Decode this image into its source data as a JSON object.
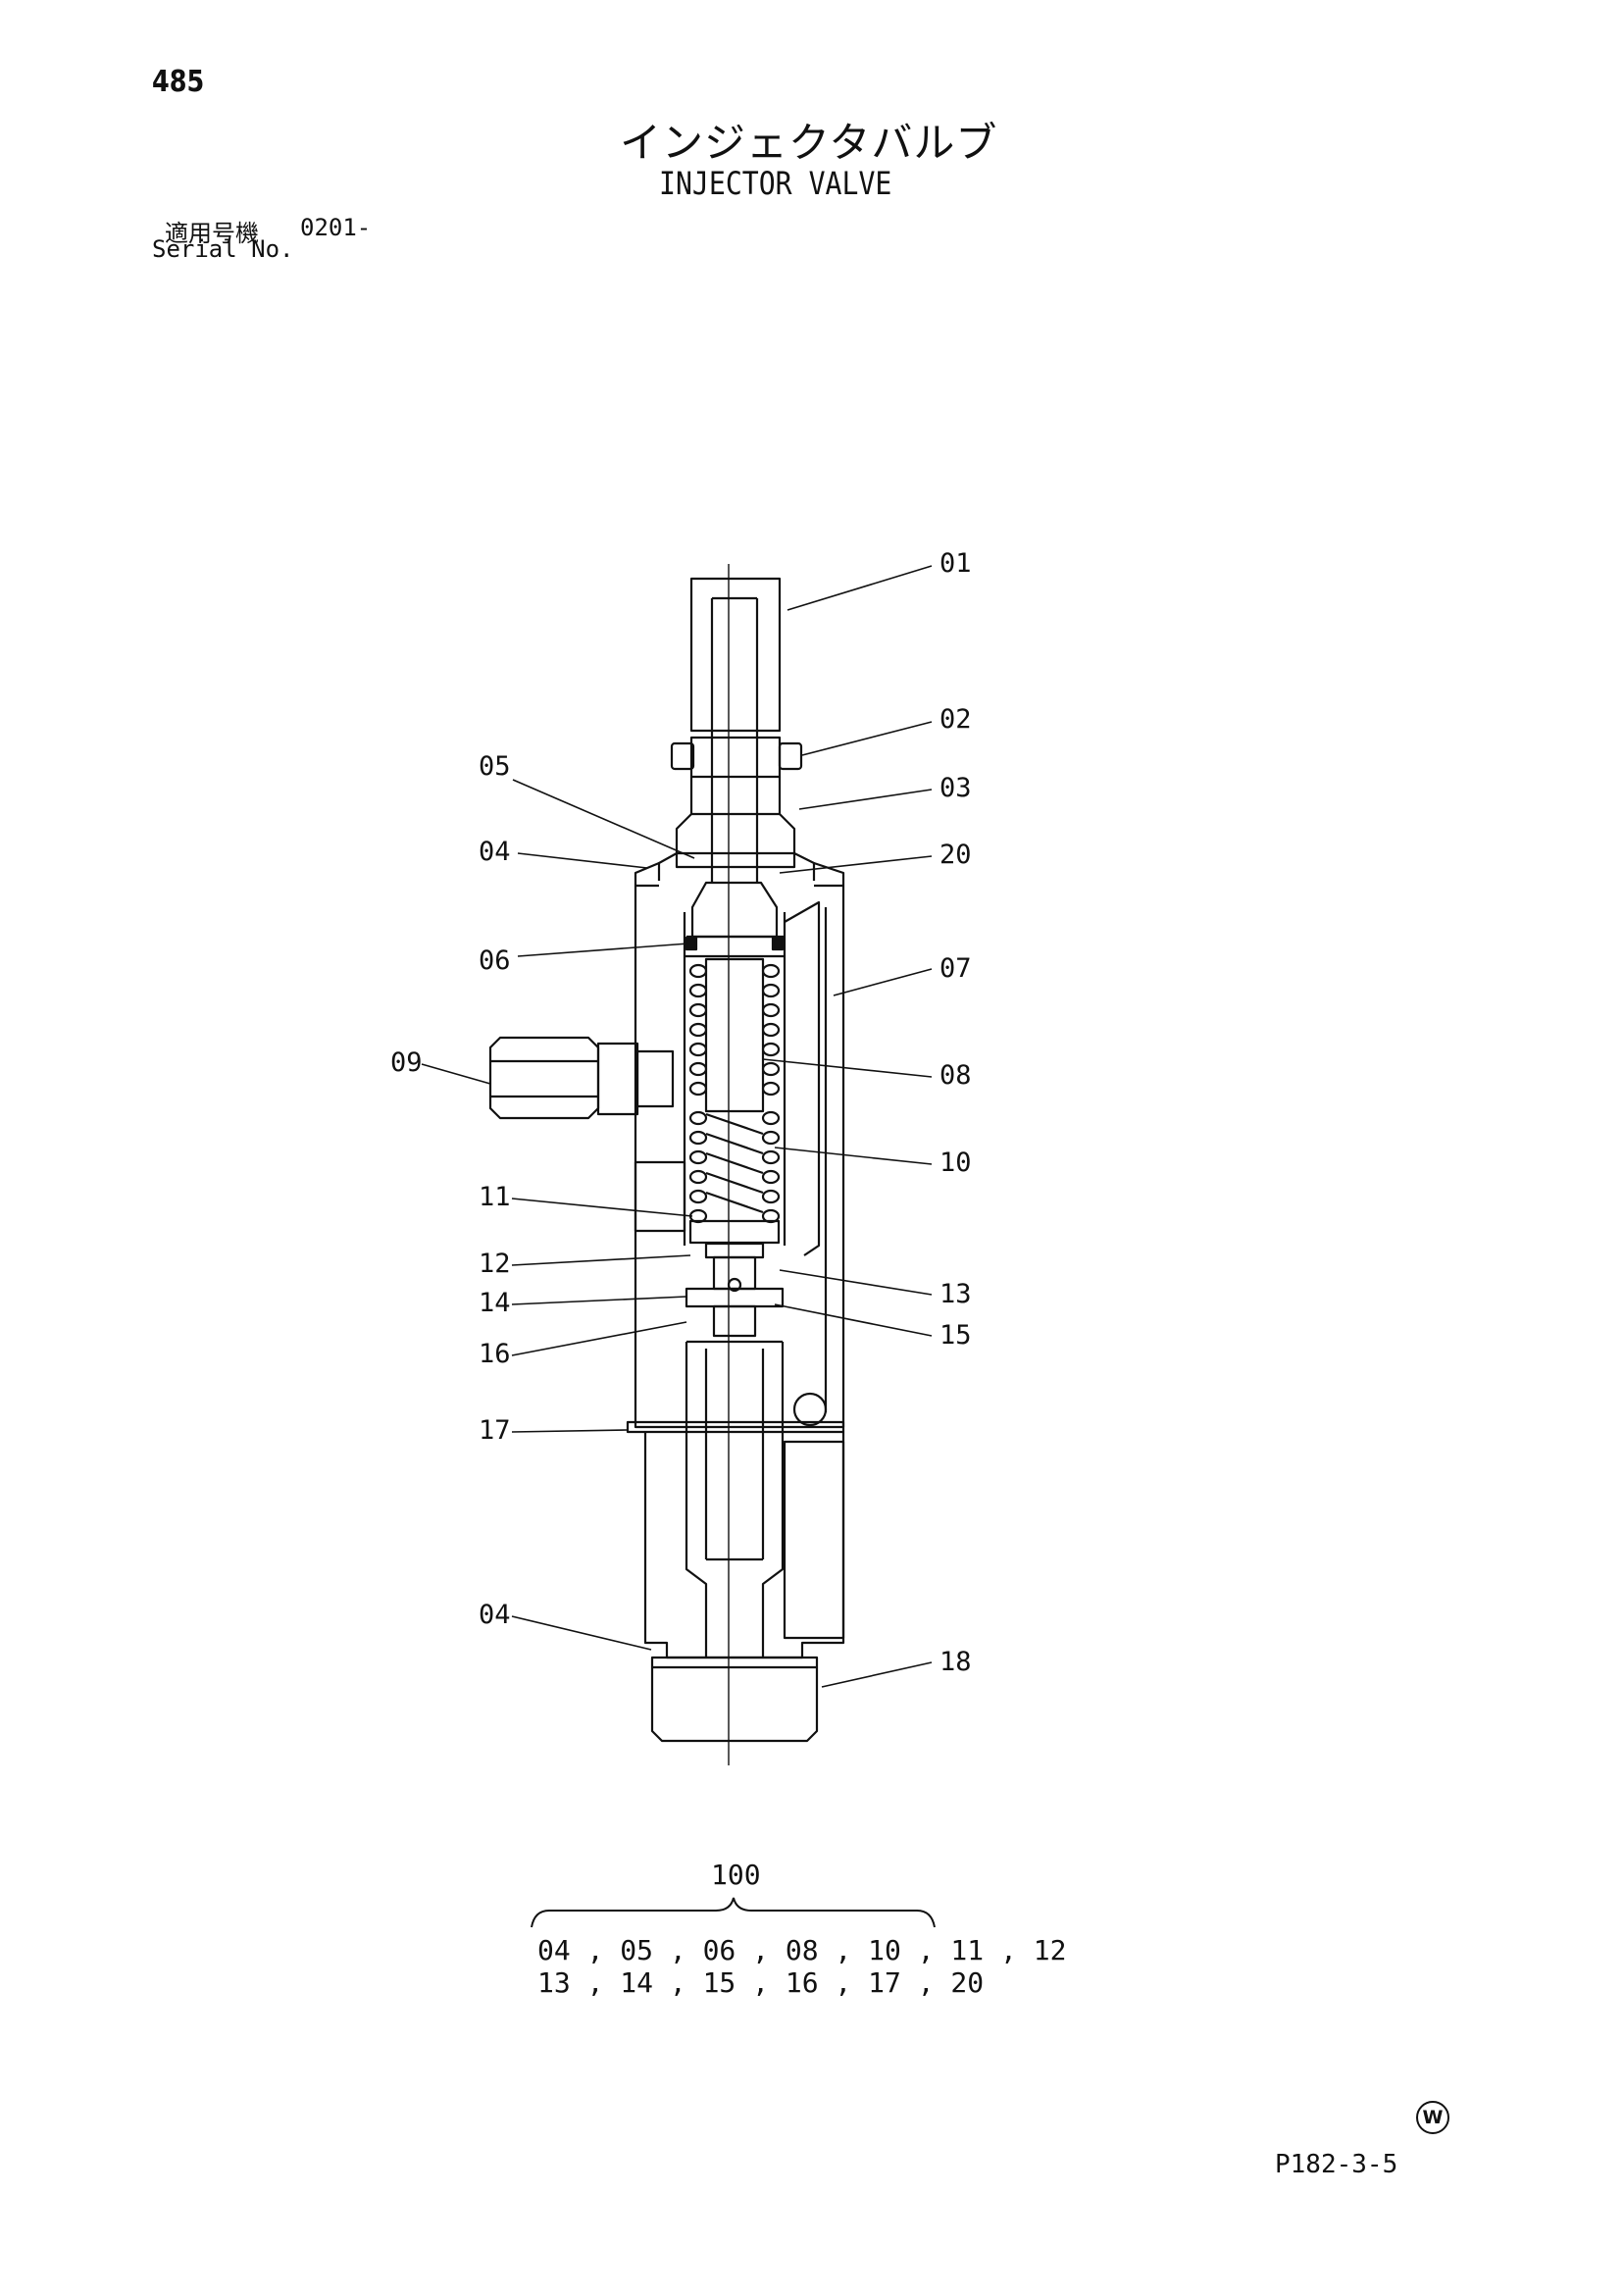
{
  "header": {
    "page_number": "485",
    "title_ja": "インジェクタバルブ",
    "title_en": "INJECTOR VALVE",
    "serial_label_ja": "適用号機",
    "serial_value": "0201-",
    "serial_label_en": "Serial No."
  },
  "part_labels": [
    "01",
    "02",
    "03",
    "05",
    "04",
    "20",
    "06",
    "07",
    "09",
    "08",
    "10",
    "11",
    "12",
    "13",
    "14",
    "15",
    "16",
    "17",
    "04",
    "18"
  ],
  "kit": {
    "number": "100",
    "row1": "04 , 05 , 06 , 08 , 10 , 11 , 12",
    "row2": "13 , 14 , 15 , 16 , 17 , 20"
  },
  "footer": {
    "mark": "W",
    "drawing_code": "P182-3-5"
  }
}
